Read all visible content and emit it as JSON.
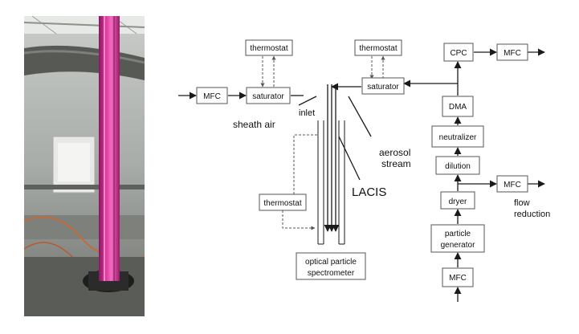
{
  "photo": {
    "description_icon": "lacis-column-photo"
  },
  "colors": {
    "tube_magenta": "#d8248f",
    "line": "#1a1a1a",
    "box_stroke": "#555555"
  },
  "boxes": {
    "mfc_inlet": "MFC",
    "saturator_left": "saturator",
    "thermostat_left": "thermostat",
    "thermostat_right": "thermostat",
    "saturator_right": "saturator",
    "thermostat_bottom": "thermostat",
    "optical_line1": "optical particle",
    "optical_line2": "spectrometer",
    "cpc": "CPC",
    "mfc_cpc": "MFC",
    "dma": "DMA",
    "neutralizer": "neutralizer",
    "dilution": "dilution",
    "dryer": "dryer",
    "mfc_flow": "MFC",
    "particle_gen_line1": "particle",
    "particle_gen_line2": "generator",
    "mfc_bottom": "MFC"
  },
  "labels": {
    "sheath_air": "sheath air",
    "inlet": "inlet",
    "aerosol_line1": "aerosol",
    "aerosol_line2": "stream",
    "lacis": "LACIS",
    "flow_line1": "flow",
    "flow_line2": "reduction"
  }
}
